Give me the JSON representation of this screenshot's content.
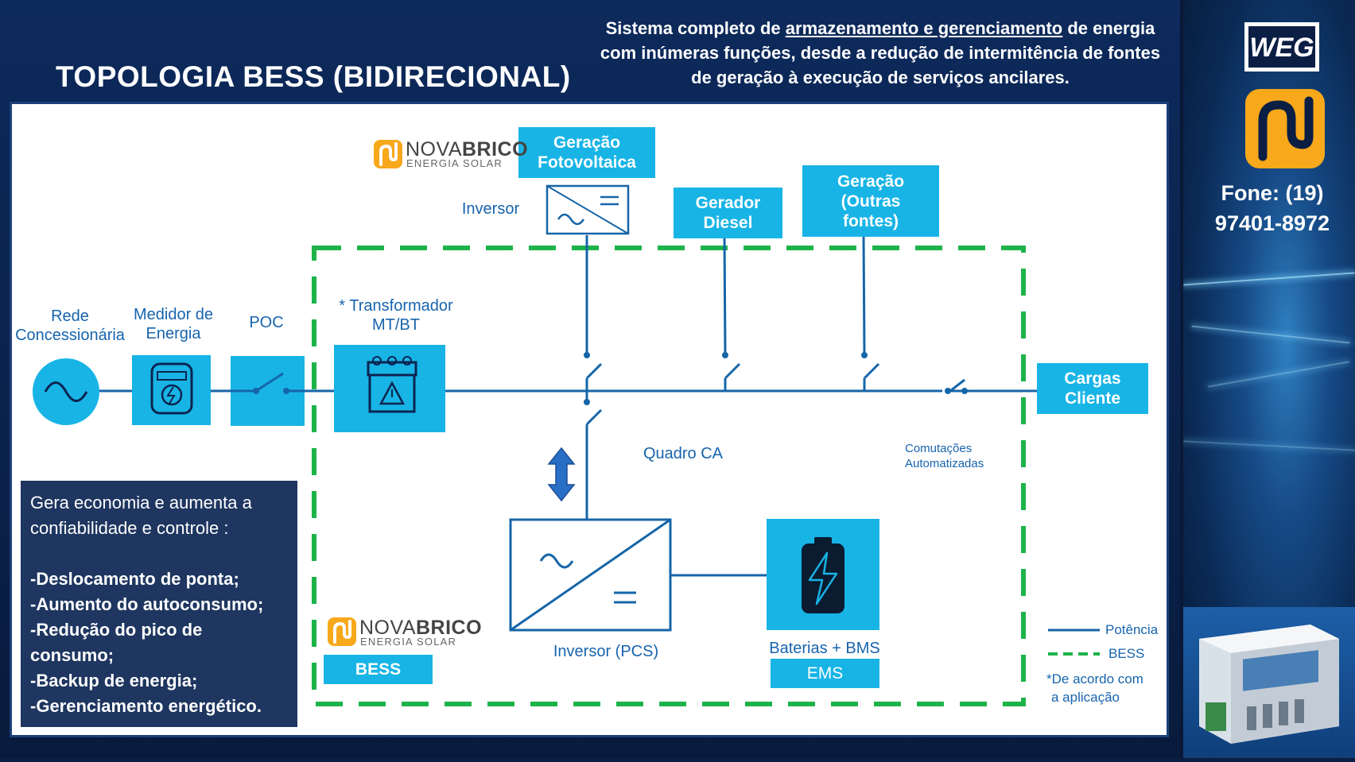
{
  "header": {
    "title": "TOPOLOGIA BESS (BIDIRECIONAL)",
    "subtitle_pre": "Sistema completo de ",
    "subtitle_underlined": "armazenamento e gerenciamento",
    "subtitle_post": " de energia com inúmeras funções, desde a redução de intermitência de fontes de geração à execução de serviços ancilares."
  },
  "sidebar": {
    "weg_logo_text": "WEG",
    "phone_line1": "Fone: (19)",
    "phone_line2": "97401-8972"
  },
  "brand": {
    "name_prefix": "NOVA",
    "name_suffix": "BRICO",
    "tagline": "ENERGIA SOLAR"
  },
  "diagram": {
    "grid_label_1": "Rede",
    "grid_label_2": "Concessionária",
    "meter_label_1": "Medidor de",
    "meter_label_2": "Energia",
    "poc_label": "POC",
    "transformer_label_1": "* Transformador",
    "transformer_label_2": "MT/BT",
    "pv_label_1": "Geração",
    "pv_label_2": "Fotovoltaica",
    "inverter_label": "Inversor",
    "diesel_label_1": "Gerador",
    "diesel_label_2": "Diesel",
    "other_label_1": "Geração",
    "other_label_2": "(Outras",
    "other_label_3": "fontes)",
    "loads_label_1": "Cargas",
    "loads_label_2": "Cliente",
    "ac_panel_label": "Quadro CA",
    "switching_label_1": "Comutações",
    "switching_label_2": "Automatizadas",
    "pcs_label": "Inversor (PCS)",
    "battery_label": "Baterias + BMS",
    "ems_label": "EMS",
    "bess_label": "BESS"
  },
  "legend": {
    "power": "Potência",
    "bess": "BESS",
    "note_1": "*De acordo com",
    "note_2": "a aplicação"
  },
  "benefits": {
    "intro": "Gera economia e aumenta a confiabilidade e controle :",
    "items": [
      "-Deslocamento de ponta;",
      "-Aumento do autoconsumo;",
      "-Redução do pico de consumo;",
      "-Backup de energia;",
      "-Gerenciamento energético."
    ]
  },
  "colors": {
    "line": "#1565a8",
    "box": "#18b4e6",
    "bess_dash": "#1db34a",
    "brand_orange": "#f7a81b",
    "navy": "#1e3660"
  }
}
